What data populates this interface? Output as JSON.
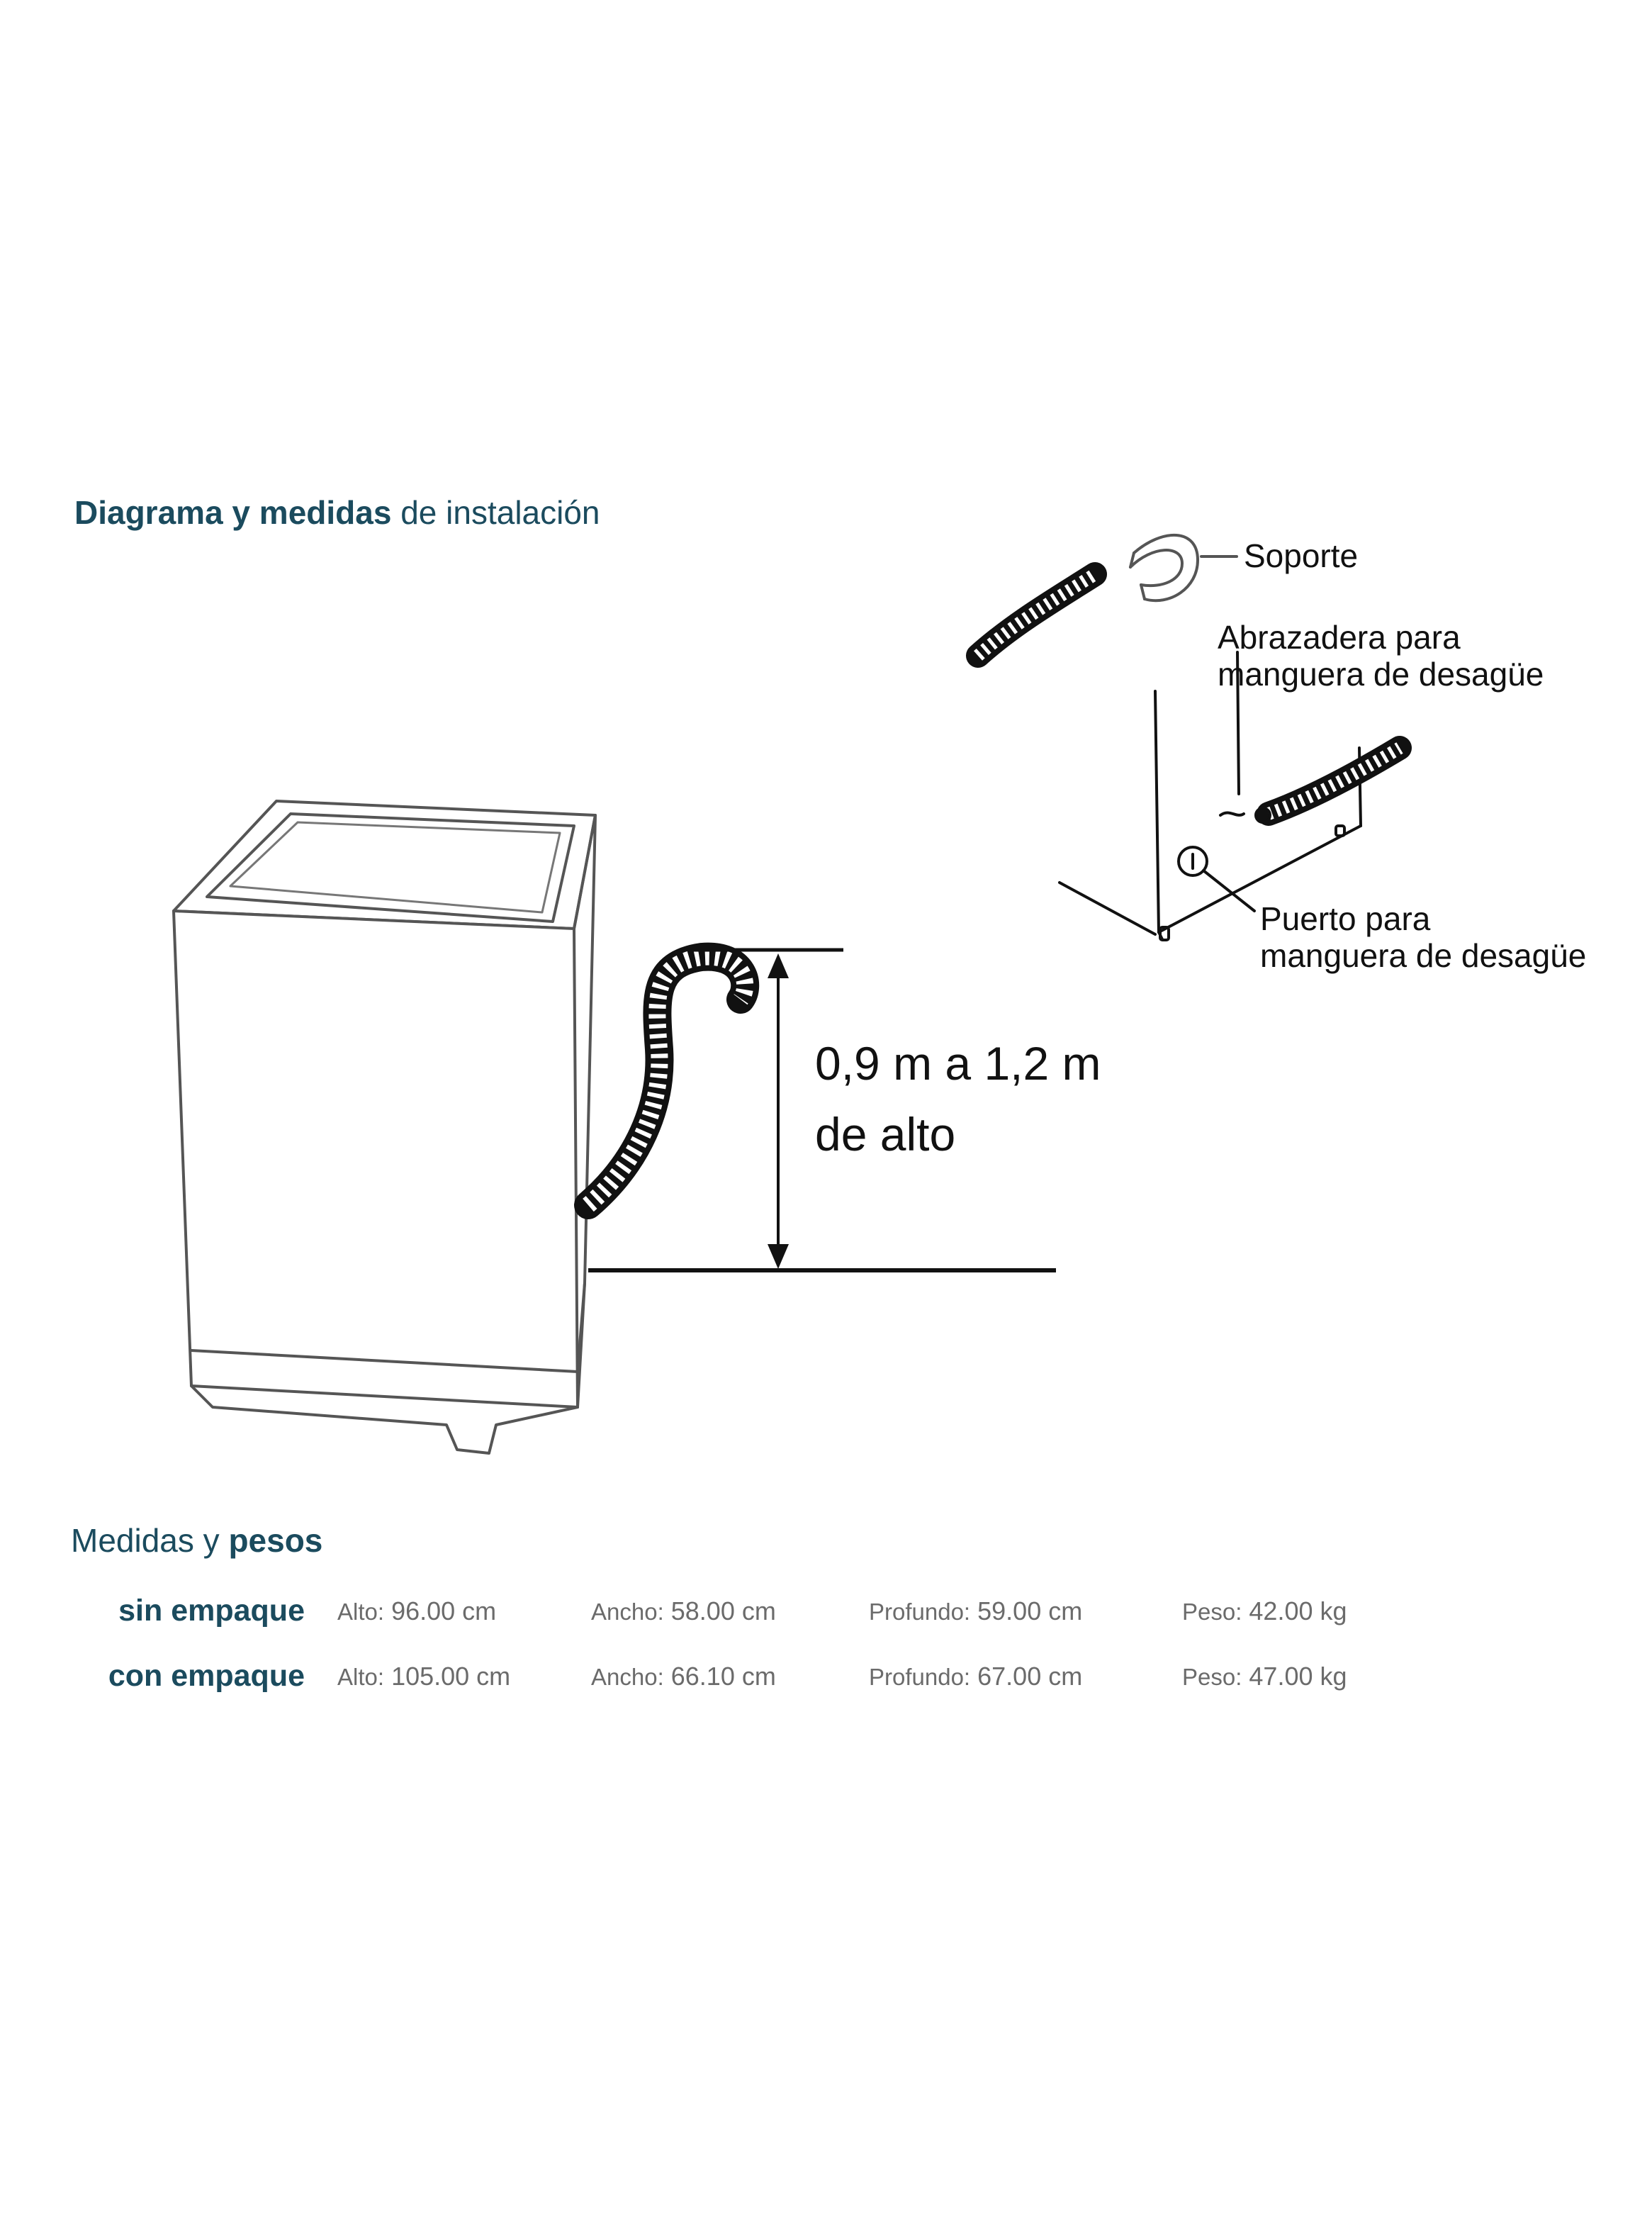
{
  "header": {
    "title_bold": "Diagrama y medidas",
    "title_rest": "de instalación"
  },
  "diagram": {
    "height_label_line1": "0,9 m a 1,2 m",
    "height_label_line2": "de alto",
    "callouts": {
      "soporte": "Soporte",
      "abrazadera_line1": "Abrazadera para",
      "abrazadera_line2": "manguera de desagüe",
      "puerto_line1": "Puerto para",
      "puerto_line2": "manguera de desagüe"
    }
  },
  "specs": {
    "title_regular": "Medidas y",
    "title_bold": "pesos",
    "rows": [
      {
        "label": "sin empaque",
        "alto_key": "Alto:",
        "alto": "96.00 cm",
        "ancho_key": "Ancho:",
        "ancho": "58.00 cm",
        "profundo_key": "Profundo:",
        "profundo": "59.00 cm",
        "peso_key": "Peso:",
        "peso": "42.00 kg"
      },
      {
        "label": "con empaque",
        "alto_key": "Alto:",
        "alto": "105.00 cm",
        "ancho_key": "Ancho:",
        "ancho": "66.10 cm",
        "profundo_key": "Profundo:",
        "profundo": "67.00 cm",
        "peso_key": "Peso:",
        "peso": "47.00 kg"
      }
    ]
  },
  "colors": {
    "brand_teal": "#1b4b5e",
    "value_gray": "#6b6b6b",
    "line_black": "#111111"
  }
}
